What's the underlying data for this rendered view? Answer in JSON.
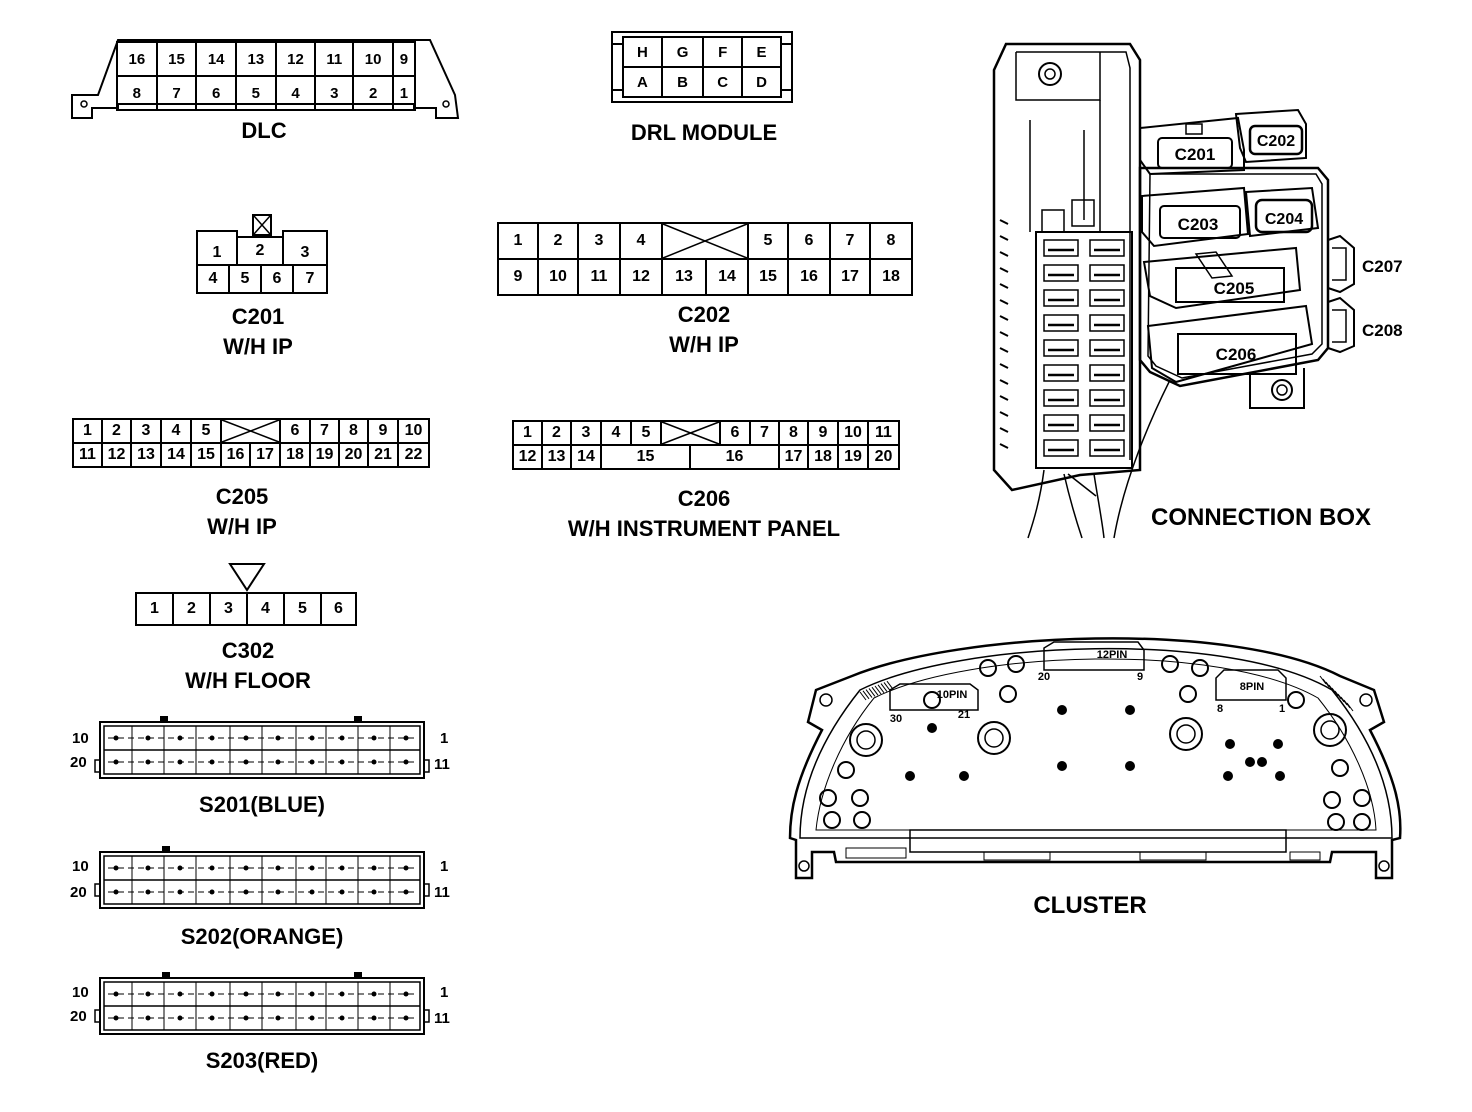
{
  "dlc": {
    "label": "DLC",
    "top_row": [
      "16",
      "15",
      "14",
      "13",
      "12",
      "11",
      "10",
      "9"
    ],
    "bottom_row": [
      "8",
      "7",
      "6",
      "5",
      "4",
      "3",
      "2",
      "1"
    ]
  },
  "drl": {
    "label": "DRL MODULE",
    "top_row": [
      "H",
      "G",
      "F",
      "E"
    ],
    "bottom_row": [
      "A",
      "B",
      "C",
      "D"
    ]
  },
  "c201": {
    "label": "C201",
    "sublabel": "W/H IP",
    "top_row": [
      "1",
      "2",
      "3"
    ],
    "bottom_row": [
      "4",
      "5",
      "6",
      "7"
    ]
  },
  "c202": {
    "label": "C202",
    "sublabel": "W/H IP",
    "top_row": [
      "1",
      "2",
      "3",
      "4",
      "5",
      "6",
      "7",
      "8"
    ],
    "bottom_row": [
      "9",
      "10",
      "11",
      "12",
      "13",
      "14",
      "15",
      "16",
      "17",
      "18"
    ]
  },
  "c205": {
    "label": "C205",
    "sublabel": "W/H IP",
    "top_row": [
      "1",
      "2",
      "3",
      "4",
      "5",
      "6",
      "7",
      "8",
      "9",
      "10"
    ],
    "bottom_row": [
      "11",
      "12",
      "13",
      "14",
      "15",
      "16",
      "17",
      "18",
      "19",
      "20",
      "21",
      "22"
    ]
  },
  "c206": {
    "label": "C206",
    "sublabel": "W/H INSTRUMENT PANEL",
    "top_row": [
      "1",
      "2",
      "3",
      "4",
      "5",
      "6",
      "7",
      "8",
      "9",
      "10",
      "11"
    ],
    "bottom_row": [
      "12",
      "13",
      "14",
      "15",
      "16",
      "17",
      "18",
      "19",
      "20"
    ]
  },
  "c302": {
    "label": "C302",
    "sublabel": "W/H FLOOR",
    "pins": [
      "1",
      "2",
      "3",
      "4",
      "5",
      "6"
    ]
  },
  "splices": [
    {
      "label": "S201(BLUE)",
      "left_top": "10",
      "left_bottom": "20",
      "right_top": "1",
      "right_bottom": "11"
    },
    {
      "label": "S202(ORANGE)",
      "left_top": "10",
      "left_bottom": "20",
      "right_top": "1",
      "right_bottom": "11"
    },
    {
      "label": "S203(RED)",
      "left_top": "10",
      "left_bottom": "20",
      "right_top": "1",
      "right_bottom": "11"
    }
  ],
  "connection_box": {
    "label": "CONNECTION BOX",
    "connectors": [
      "C201",
      "C202",
      "C203",
      "C204",
      "C205",
      "C206",
      "C207",
      "C208"
    ]
  },
  "cluster": {
    "label": "CLUSTER",
    "conn_a": {
      "name": "10PIN",
      "left": "30",
      "right": "21"
    },
    "conn_b": {
      "name": "12PIN",
      "left": "20",
      "right": "9"
    },
    "conn_c": {
      "name": "8PIN",
      "left": "8",
      "right": "1"
    }
  }
}
